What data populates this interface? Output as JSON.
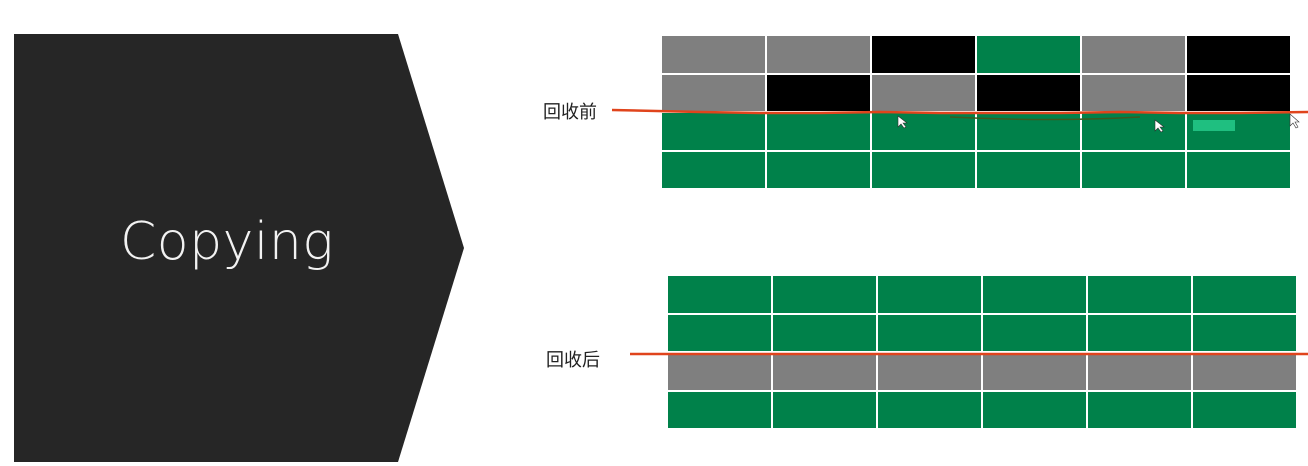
{
  "title": "Copying",
  "labels": {
    "before": "回收前",
    "after": "回收后"
  },
  "colors": {
    "arrow": "#262626",
    "gray": "#7f7f7f",
    "black": "#000000",
    "green": "#00814a",
    "annotation": "#e0441c"
  },
  "grid_before": {
    "rows": [
      [
        "gray",
        "gray",
        "black",
        "green",
        "gray",
        "black"
      ],
      [
        "gray",
        "black",
        "gray",
        "black",
        "gray",
        "black"
      ],
      [
        "green",
        "green",
        "green",
        "green",
        "green",
        "green"
      ],
      [
        "green",
        "green",
        "green",
        "green",
        "green",
        "green"
      ]
    ]
  },
  "grid_after": {
    "rows": [
      [
        "green",
        "green",
        "green",
        "green",
        "green",
        "green"
      ],
      [
        "green",
        "green",
        "green",
        "green",
        "green",
        "green"
      ],
      [
        "gray",
        "gray",
        "gray",
        "gray",
        "gray",
        "gray"
      ],
      [
        "green",
        "green",
        "green",
        "green",
        "green",
        "green"
      ]
    ]
  }
}
